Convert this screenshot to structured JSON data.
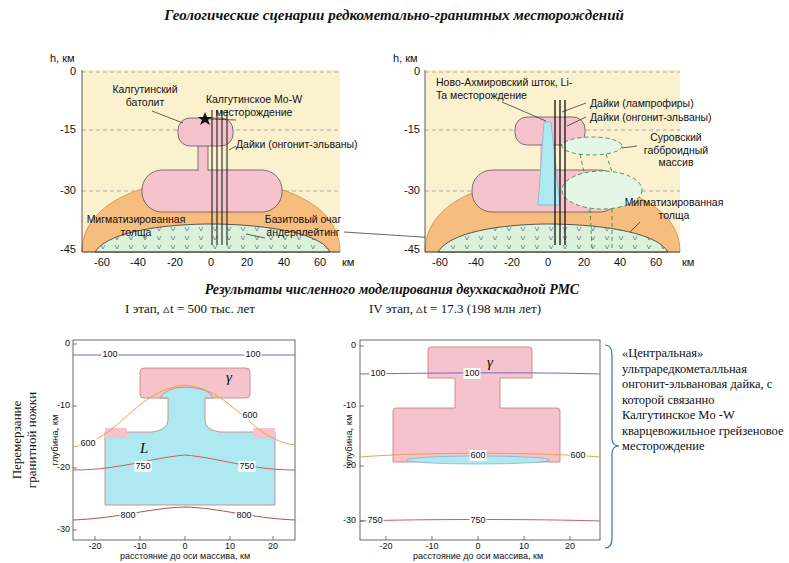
{
  "diagram": {
    "title": "Геологические сценарии редкометально-гранитных месторождений",
    "labels": [
      "h, км",
      "0",
      "-15",
      "-30",
      "-45",
      "Калгутинский батолит",
      "Калгутинское Mo-W месторождение",
      "Дайки (онгонит-эльваны)",
      "Мигматизированная толща",
      "Базитовый очаг андерплейтинг",
      "-60",
      "-40",
      "-20",
      "0",
      "20",
      "40",
      "60",
      "км",
      "h, км",
      "0",
      "-15",
      "-30",
      "-45",
      "Ново-Ахмировский шток, Li-Ta месторождение",
      "Дайки (лампрофиры)",
      "Дайки (онгонит-эльваны)",
      "Суровский габброидный массив",
      "Мигматизированная толща",
      "-60",
      "-40",
      "-20",
      "0",
      "20",
      "40",
      "60",
      "км",
      "Результаты численного моделирования двухкаскадной РМС",
      "I этап, ▵t = 500 тыс. лет",
      "IV этап, ▵t = 17.3 (198 млн лет)",
      "Перемерзание гранитной ножки",
      "глубина, км",
      "0",
      "-10",
      "-20",
      "-30",
      "-20",
      "-10",
      "0",
      "10",
      "20",
      "расстояние до оси массива, км",
      "100",
      "100",
      "600",
      "600",
      "750",
      "750",
      "800",
      "800",
      "γ",
      "L",
      "глубина, км",
      "0",
      "-10",
      "-20",
      "-30",
      "-20",
      "-10",
      "0",
      "10",
      "20",
      "расстояние до оси массива, км",
      "100",
      "100",
      "γ",
      "600",
      "600",
      "750",
      "750",
      "«Центральная» ультраредкометалльная онгонит-эльвановая дайка, с которой связанно Калгутинское Mo -W кварцевожильное грейзеновое месторождение"
    ]
  }
}
